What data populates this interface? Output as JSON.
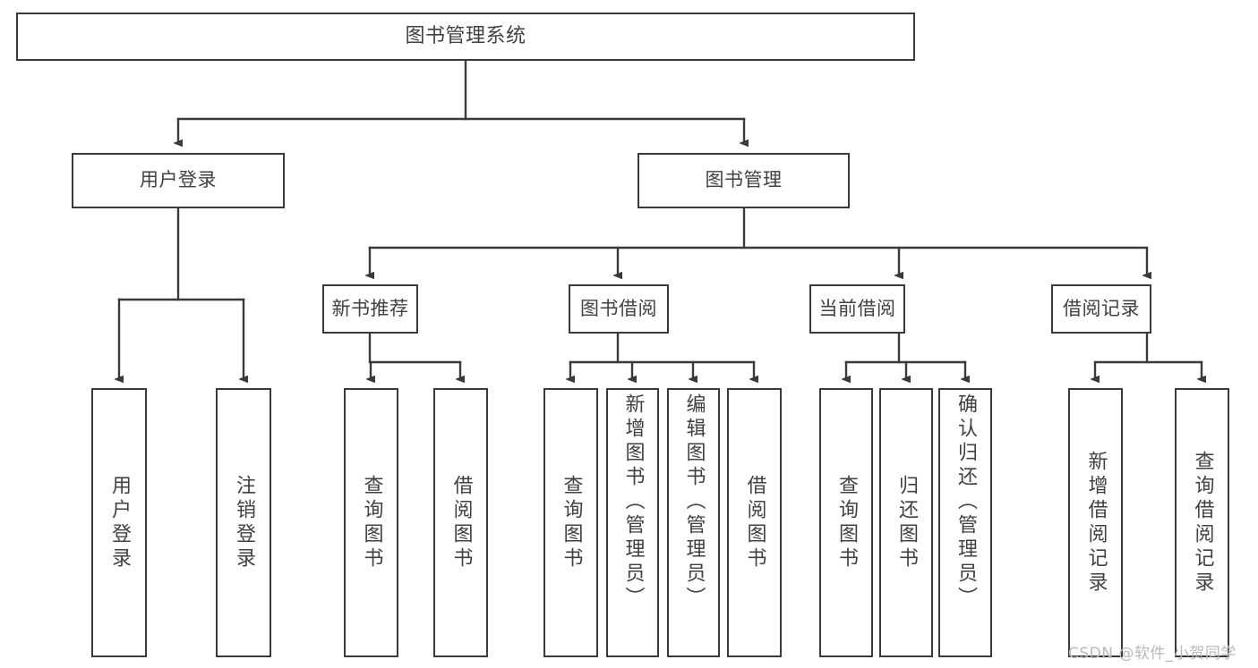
{
  "diagram": {
    "title": "图书管理系统",
    "watermark": "CSDN @软件_小贺同学",
    "stroke_color": "#3a3a3a",
    "text_color": "#414141",
    "background": "#ffffff"
  },
  "nodes": {
    "root": {
      "label": "图书管理系统"
    },
    "level2": [
      {
        "id": "user-login",
        "label": "用户登录"
      },
      {
        "id": "book-manage",
        "label": "图书管理"
      }
    ],
    "level3": [
      {
        "id": "new-book-recommend",
        "label": "新书推荐"
      },
      {
        "id": "book-borrow",
        "label": "图书借阅"
      },
      {
        "id": "current-borrow",
        "label": "当前借阅"
      },
      {
        "id": "borrow-record",
        "label": "借阅记录"
      }
    ],
    "leaves": {
      "user_login": [
        {
          "id": "leaf-user-login",
          "label": "用户登录"
        },
        {
          "id": "leaf-logout",
          "label": "注销登录"
        }
      ],
      "new_book_recommend": [
        {
          "id": "leaf-query-book-1",
          "label": "查询图书"
        },
        {
          "id": "leaf-borrow-book-1",
          "label": "借阅图书"
        }
      ],
      "book_borrow": [
        {
          "id": "leaf-query-book-2",
          "label": "查询图书"
        },
        {
          "id": "leaf-add-book",
          "label": "新增图书（管理员）"
        },
        {
          "id": "leaf-edit-book",
          "label": "编辑图书（管理员）"
        },
        {
          "id": "leaf-borrow-book-2",
          "label": "借阅图书"
        }
      ],
      "current_borrow": [
        {
          "id": "leaf-query-book-3",
          "label": "查询图书"
        },
        {
          "id": "leaf-return-book",
          "label": "归还图书"
        },
        {
          "id": "leaf-confirm-return",
          "label": "确认归还（管理员）"
        }
      ],
      "borrow_record": [
        {
          "id": "leaf-add-record",
          "label": "新增借阅记录"
        },
        {
          "id": "leaf-query-record",
          "label": "查询借阅记录"
        }
      ]
    }
  }
}
